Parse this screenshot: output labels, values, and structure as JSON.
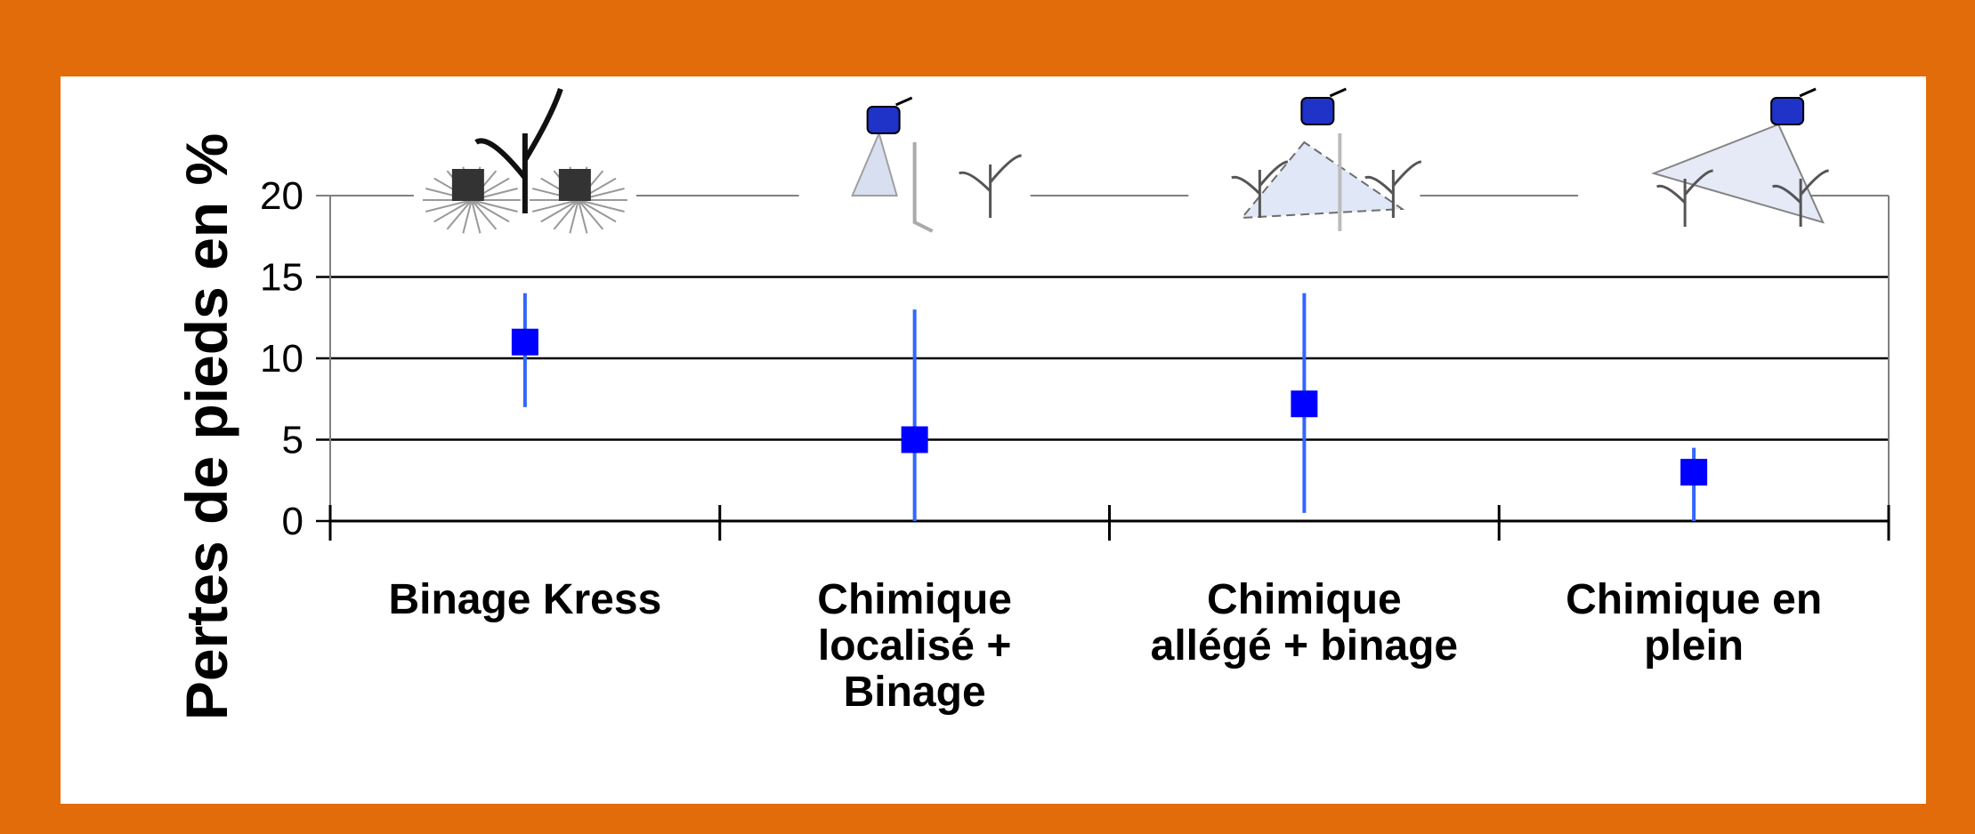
{
  "colors": {
    "frame": "#E36C0A",
    "panel": "#FFFFFF",
    "marker": "#0000FF",
    "error_bar": "#3366FF",
    "gridline": "#000000",
    "top_gridline": "#808080"
  },
  "chart_data": {
    "type": "scatter",
    "title": "",
    "xlabel": "",
    "ylabel": "Pertes de pieds en %",
    "ylim": [
      0,
      20
    ],
    "yticks": [
      "0",
      "5",
      "10",
      "15",
      "20"
    ],
    "grid": true,
    "legend": "none",
    "categories": [
      {
        "lines": [
          "Binage Kress"
        ],
        "icon": "hoeing-tool-icon"
      },
      {
        "lines": [
          "Chimique",
          "localisé +",
          "Binage"
        ],
        "icon": "localized-spray-icon"
      },
      {
        "lines": [
          "Chimique",
          "allégé + binage"
        ],
        "icon": "reduced-spray-icon"
      },
      {
        "lines": [
          "Chimique en",
          "plein"
        ],
        "icon": "broadcast-spray-icon"
      }
    ],
    "series": [
      {
        "values": [
          11,
          5,
          7.2,
          3
        ],
        "error_low": [
          7,
          0,
          0.5,
          0
        ],
        "error_high": [
          14,
          13,
          14,
          4.5
        ]
      }
    ]
  }
}
